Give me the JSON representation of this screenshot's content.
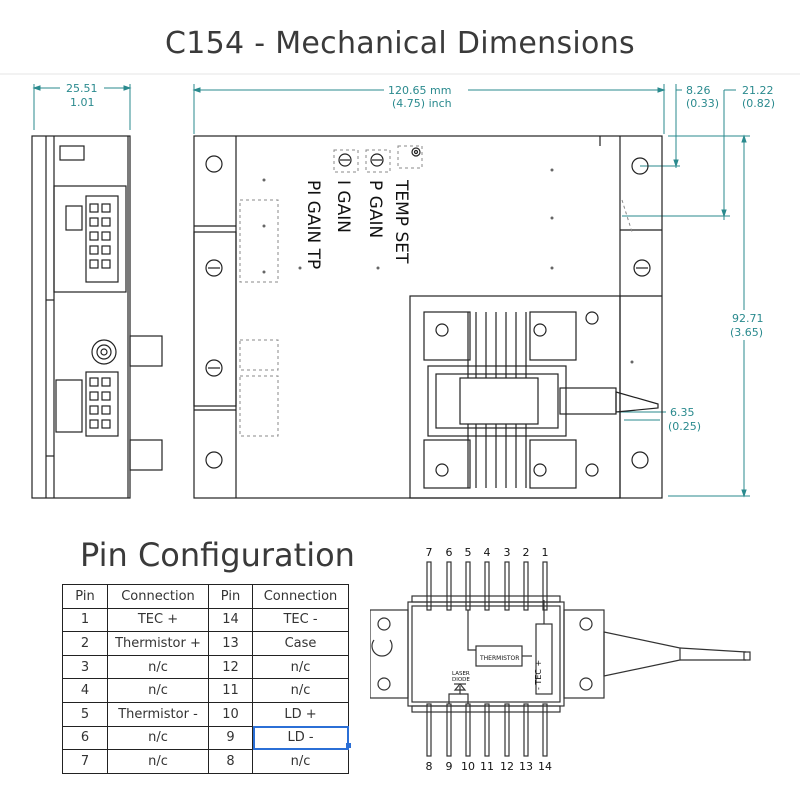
{
  "title": "C154 - Mechanical Dimensions",
  "drawing": {
    "side_width": "25.51",
    "side_width_in": "1.01",
    "total_length": "120.65  mm",
    "total_length_in": "(4.75) inch",
    "offset_a": "8.26",
    "offset_a_in": "(0.33)",
    "offset_b": "21.22",
    "offset_b_in": "(0.82)",
    "height": "92.71",
    "height_in": "(3.65)",
    "fiber_offset": "6.35",
    "fiber_offset_in": "(0.25)",
    "board_labels": [
      "TEMP SET",
      "P GAIN",
      "I GAIN",
      "PI GAIN TP"
    ]
  },
  "pin_config": {
    "title": "Pin Configuration",
    "headers": [
      "Pin",
      "Connection",
      "Pin",
      "Connection"
    ],
    "rows": [
      [
        "1",
        "TEC +",
        "14",
        "TEC -"
      ],
      [
        "2",
        "Thermistor +",
        "13",
        "Case"
      ],
      [
        "3",
        "n/c",
        "12",
        "n/c"
      ],
      [
        "4",
        "n/c",
        "11",
        "n/c"
      ],
      [
        "5",
        "Thermistor -",
        "10",
        "LD +"
      ],
      [
        "6",
        "n/c",
        "9",
        "LD -"
      ],
      [
        "7",
        "n/c",
        "8",
        "n/c"
      ]
    ]
  },
  "package": {
    "top_pins": [
      "7",
      "6",
      "5",
      "4",
      "3",
      "2",
      "1"
    ],
    "bottom_pins": [
      "8",
      "9",
      "10",
      "11",
      "12",
      "13",
      "14"
    ],
    "thermistor_label": "THERMISTOR",
    "tec_label": "-  TEC  +",
    "laser_label_1": "LASER",
    "laser_label_2": "DIODE"
  }
}
